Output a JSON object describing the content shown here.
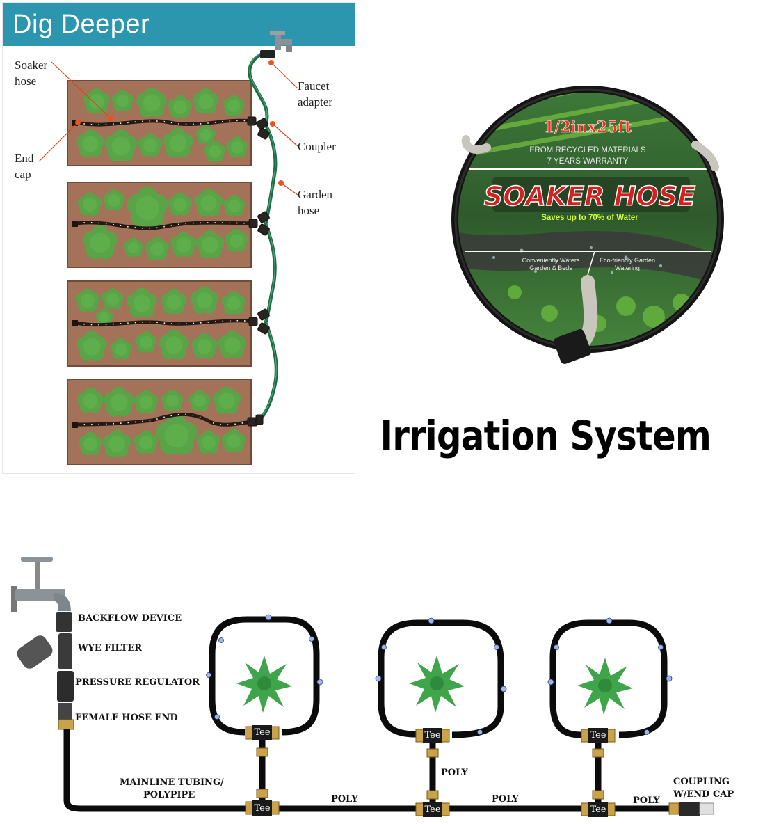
{
  "panel": {
    "title": "Dig Deeper",
    "callouts": {
      "soaker_hose": [
        "Soaker",
        "hose"
      ],
      "end_cap": [
        "End",
        "cap"
      ],
      "faucet_adapter": [
        "Faucet",
        "adapter"
      ],
      "coupler": [
        "Coupler"
      ],
      "garden_hose": [
        "Garden",
        "hose"
      ]
    }
  },
  "product": {
    "size": "1/2inx25ft",
    "material_line": "FROM RECYCLED MATERIALS",
    "warranty_line": "7 YEARS WARRANTY",
    "brand": "SOAKER HOSE",
    "tagline": "Saves up to 70% of Water",
    "feature_left": [
      "Conveniently Waters",
      "Garden & Beds"
    ],
    "feature_right": [
      "Eco-friendly Garden",
      "Watering"
    ]
  },
  "headline": "Irrigation System",
  "diagram": {
    "labels": {
      "backflow": "BACKFLOW DEVICE",
      "wye": "WYE FILTER",
      "regulator": "PRESSURE REGULATOR",
      "female": "FEMALE HOSE END",
      "mainline1": "MAINLINE TUBING/",
      "mainline2": "POLYPIPE",
      "poly": "POLY",
      "coupling1": "COUPLING",
      "coupling2": "W/END CAP",
      "tee": "Tee"
    }
  },
  "colors": {
    "header": "#2b96ad",
    "garden_hose": "#1f6b45",
    "soil": "#a47258",
    "plant": "#58a446",
    "callout_dot": "#e8541e",
    "brand_red": "#d61f1f",
    "tee_brass": "#c9a24a"
  }
}
